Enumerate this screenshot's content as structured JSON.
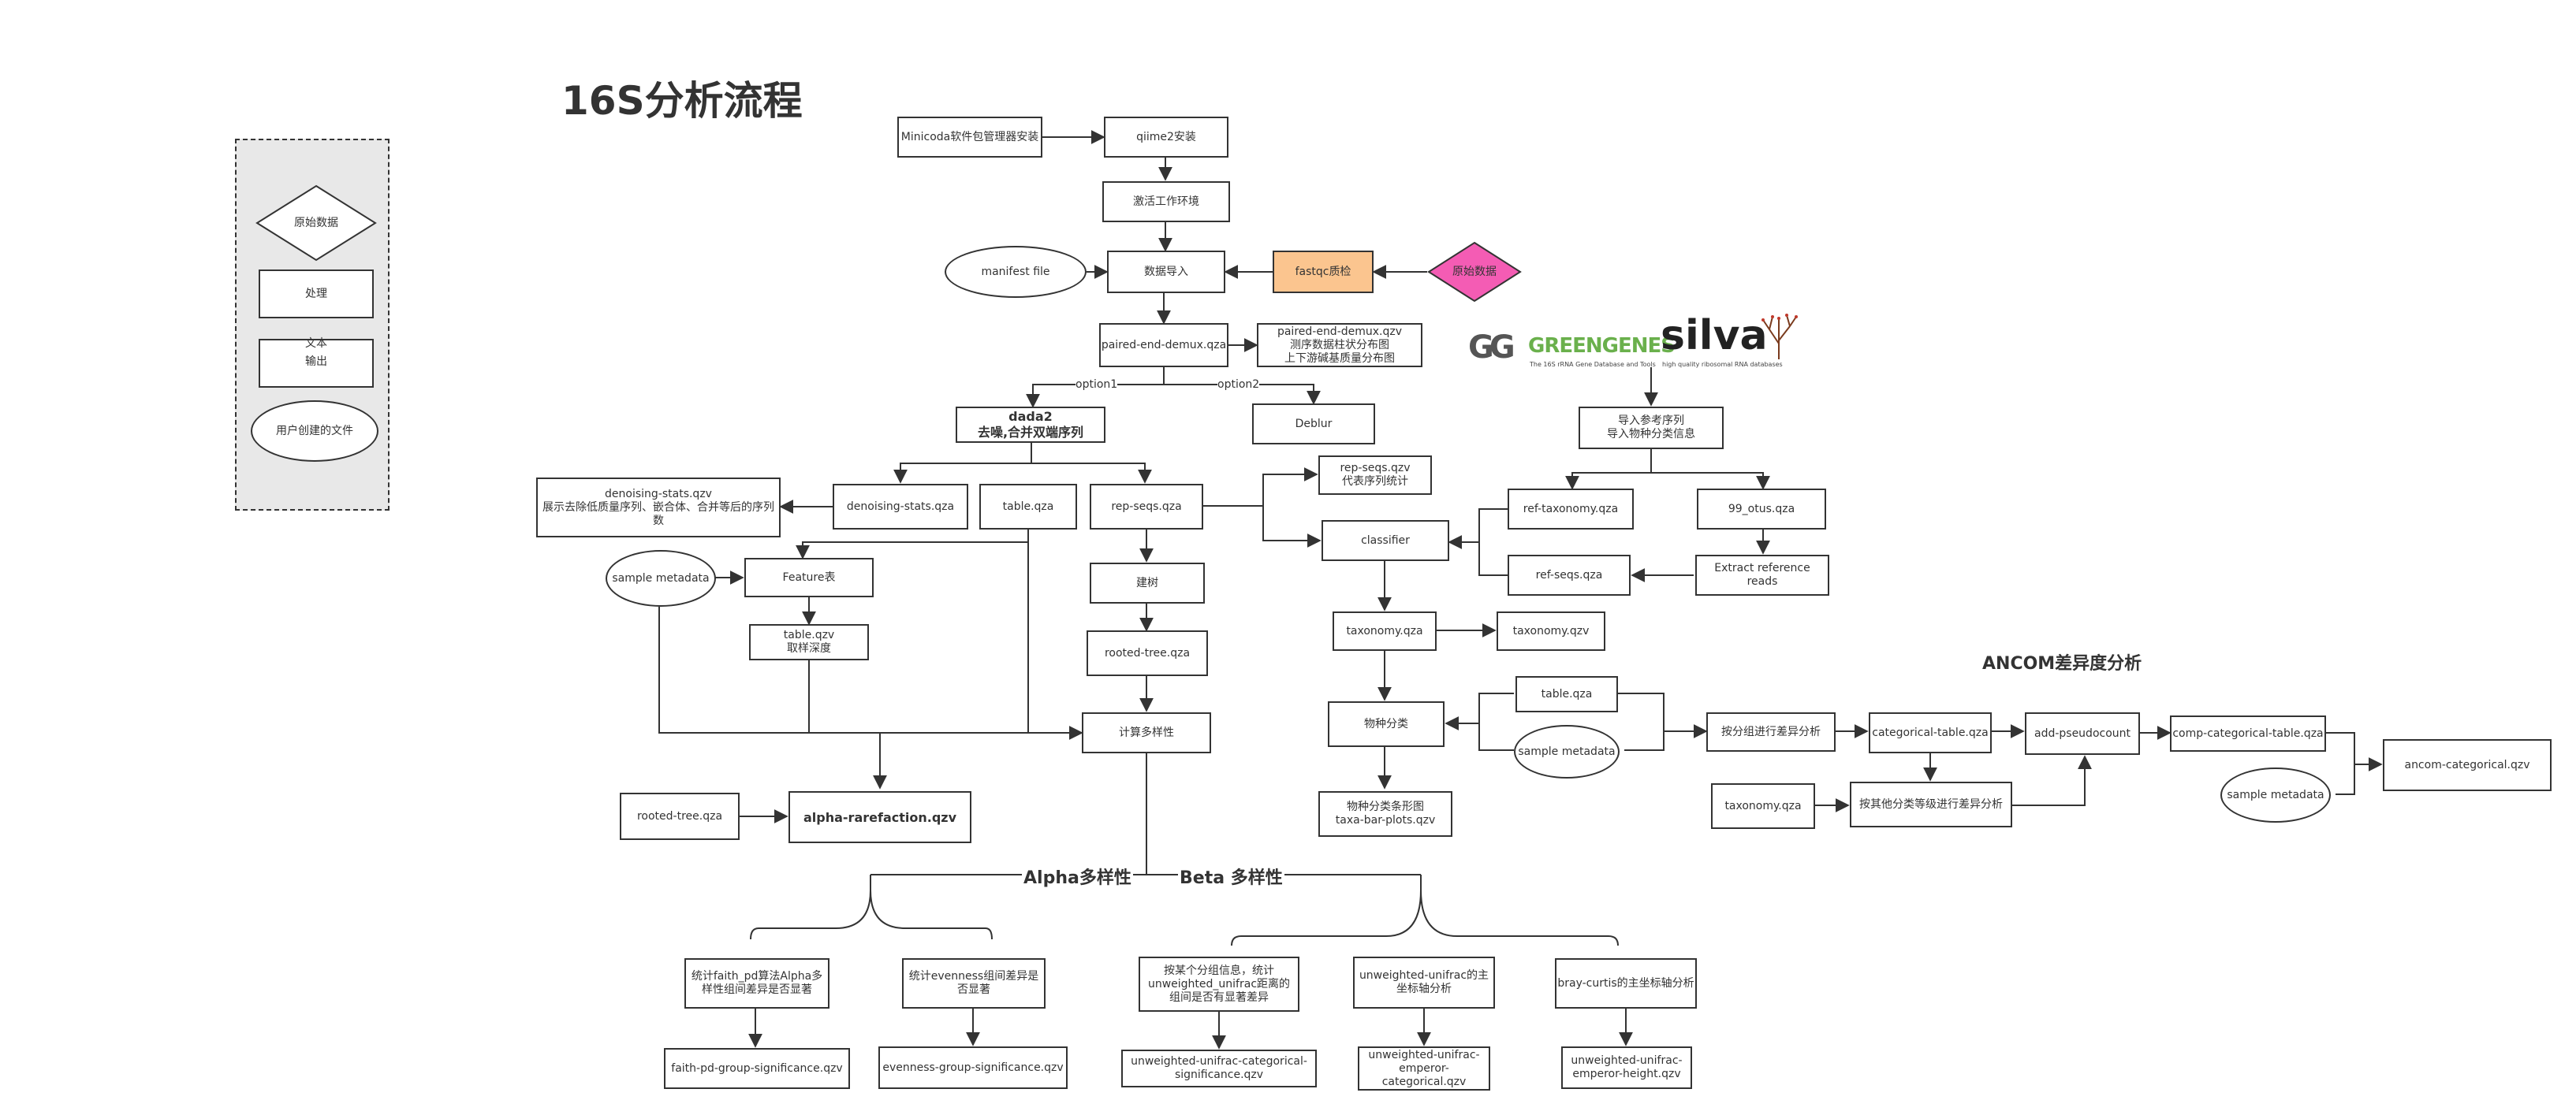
{
  "title": "16S分析流程",
  "legend": {
    "raw_data": "原始数据",
    "process": "处理",
    "text_output_line1": "文本",
    "text_output_line2": "输出",
    "user_file": "用户创建的文件"
  },
  "nodes": {
    "miniconda": "Minicoda软件包管理器安装",
    "qiime2": "qiime2安装",
    "activate": "激活工作环境",
    "manifest": "manifest file",
    "import": "数据导入",
    "fastqc": "fastqc质检",
    "raw": "原始数据",
    "demux_qza": "paired-end-demux.qza",
    "demux_qzv_1": "paired-end-demux.qzv",
    "demux_qzv_2": "测序数据柱状分布图",
    "demux_qzv_3": "上下游碱基质量分布图",
    "option1": "option1",
    "option2": "option2",
    "dada2_1": "dada2",
    "dada2_2": "去噪,合并双端序列",
    "deblur": "Deblur",
    "denoise_qzv_1": "denoising-stats.qzv",
    "denoise_qzv_2": "展示去除低质量序列、嵌合体、合并等后的序列数",
    "denoise_qza": "denoising-stats.qza",
    "table_qza": "table.qza",
    "repseqs_qza": "rep-seqs.qza",
    "repseqs_qzv_1": "rep-seqs.qzv",
    "repseqs_qzv_2": "代表序列统计",
    "classifier": "classifier",
    "sample_meta_1": "sample metadata",
    "feature_table": "Feature表",
    "table_qzv_1": "table.qzv",
    "table_qzv_2": "取样深度",
    "build_tree": "建树",
    "rooted_tree": "rooted-tree.qza",
    "diversity": "计算多样性",
    "rooted_tree_2": "rooted-tree.qza",
    "alpha_rare": "alpha-rarefaction.qzv",
    "taxonomy_qza": "taxonomy.qza",
    "taxonomy_qzv": "taxonomy.qzv",
    "species_class": "物种分类",
    "table_qza_2": "table.qza",
    "sample_meta_2": "sample metadata",
    "barplot_1": "物种分类条形图",
    "barplot_2": "taxa-bar-plots.qzv",
    "import_ref_1": "导入参考序列",
    "import_ref_2": "导入物种分类信息",
    "ref_tax": "ref-taxonomy.qza",
    "otus": "99_otus.qza",
    "ref_seqs": "ref-seqs.qza",
    "extract_1": "Extract reference",
    "extract_2": "reads",
    "ancom_title": "ANCOM差异度分析",
    "group_diff": "按分组进行差异分析",
    "categorical": "categorical-table.qza",
    "pseudocount": "add-pseudocount",
    "comp_cat": "comp-categorical-table.qza",
    "ancom_cat": "ancom-categorical.qzv",
    "taxonomy_qza_2": "taxonomy.qza",
    "other_level": "按其他分类等级进行差异分析",
    "sample_meta_3": "sample metadata",
    "alpha_title": "Alpha多样性",
    "beta_title": "Beta 多样性",
    "faith_1": "统计faith_pd算法Alpha多",
    "faith_2": "样性组间差异是否显著",
    "even_1": "统计evenness组间差异是",
    "even_2": "否显著",
    "faith_out": "faith-pd-group-significance.qzv",
    "even_out": "evenness-group-significance.qzv",
    "unw_stat_1": "按某个分组信息，统计",
    "unw_stat_2": "unweighted_unifrac距离的",
    "unw_stat_3": "组间是否有显著差异",
    "unw_pcoa_1": "unweighted-unifrac的主",
    "unw_pcoa_2": "坐标轴分析",
    "bray_pcoa": "bray-curtis的主坐标轴分析",
    "unw_cat_out_1": "unweighted-unifrac-categorical-",
    "unw_cat_out_2": "significance.qzv",
    "unw_emp_1": "unweighted-unifrac-",
    "unw_emp_2": "emperor-",
    "unw_emp_3": "categorical.qzv",
    "unw_height_1": "unweighted-unifrac-",
    "unw_height_2": "emperor-height.qzv"
  },
  "logos": {
    "greengenes_mark": "GG",
    "greengenes_word": "GREENGENES",
    "greengenes_sub": "The 16S rRNA Gene Database and Tools",
    "silva_word": "silva",
    "silva_sub": "high quality ribosomal RNA databases"
  },
  "colors": {
    "fastqc_fill": "#fbc58f",
    "raw_data_fill": "#f45cb4",
    "legend_fill": "#e8e8e8",
    "greengenes_green": "#6ab04c"
  }
}
